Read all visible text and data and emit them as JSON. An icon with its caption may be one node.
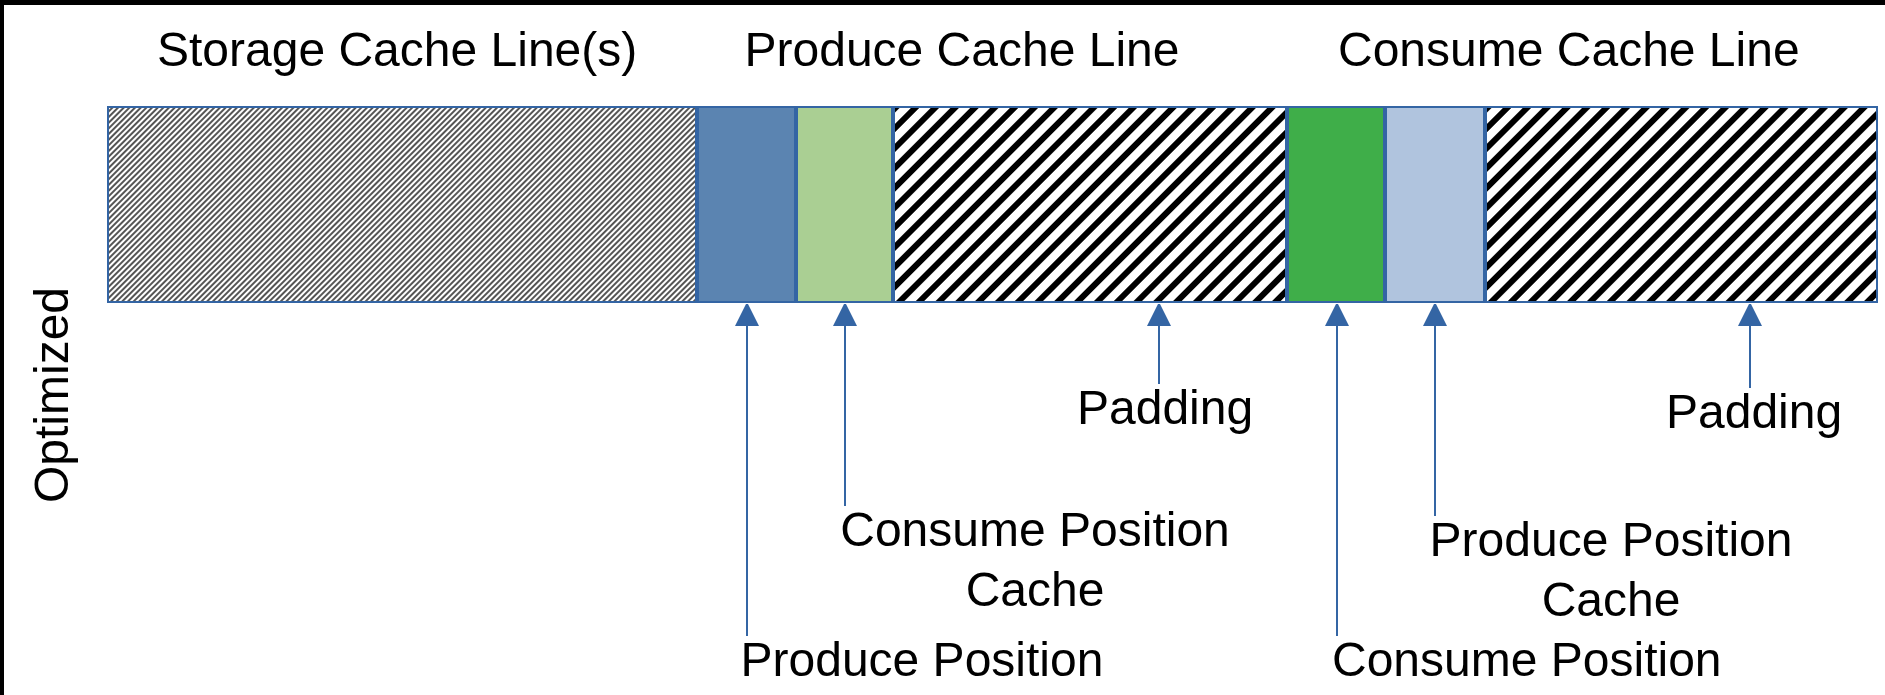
{
  "diagram": {
    "nodes": [
      {
        "text": [],
        "shape": "box"
      },
      {
        "text": [],
        "shape": "box"
      },
      {
        "text": [],
        "shape": "box"
      },
      {
        "text": [],
        "shape": "box"
      },
      {
        "text": [],
        "shape": "box"
      },
      {
        "text": [],
        "shape": "box"
      },
      {
        "text": [],
        "shape": "box"
      },
      {
        "text": [
          "Produce Position"
        ]
      },
      {
        "text": [
          "Consume Position Cache"
        ]
      },
      {
        "text": [
          "Padding"
        ]
      },
      {
        "text": [
          "Consume Position"
        ]
      },
      {
        "text": [
          "Produce Position Cache"
        ]
      },
      {
        "text": [
          "Padding"
        ]
      }
    ],
    "edges": [
      {
        "from": 7,
        "to": 1,
        "arrow": "to"
      },
      {
        "from": 8,
        "to": 2,
        "arrow": "to"
      },
      {
        "from": 9,
        "to": 3,
        "arrow": "to"
      },
      {
        "from": 10,
        "to": 4,
        "arrow": "to"
      },
      {
        "from": 11,
        "to": 5,
        "arrow": "to"
      },
      {
        "from": 12,
        "to": 6,
        "arrow": "to"
      }
    ],
    "labels": [
      "Storage Cache Line(s)",
      "Produce Cache Line",
      "Consume Cache Line",
      "Optimized"
    ]
  }
}
